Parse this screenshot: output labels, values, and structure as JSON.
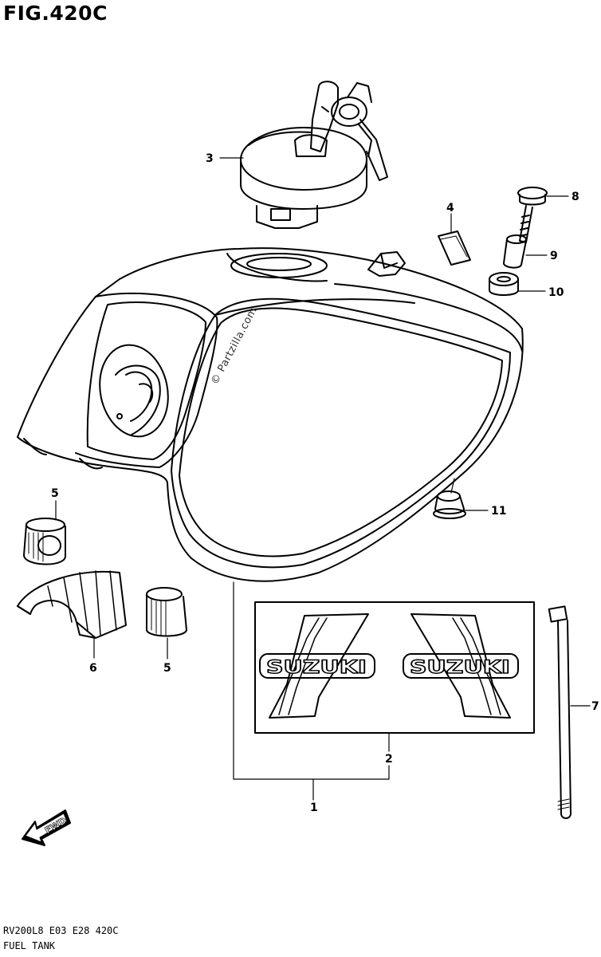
{
  "figure": {
    "title": "FIG.420C",
    "watermark": "© Partzilla.com",
    "footer_code": "RV200L8  E03  E28  420C",
    "footer_name": "FUEL TANK"
  },
  "callouts": [
    "1",
    "2",
    "3",
    "4",
    "5",
    "5",
    "6",
    "7",
    "8",
    "9",
    "10",
    "11"
  ],
  "decals": {
    "text": "SUZUKI"
  },
  "fwd_arrow": {
    "text": "FWD"
  }
}
